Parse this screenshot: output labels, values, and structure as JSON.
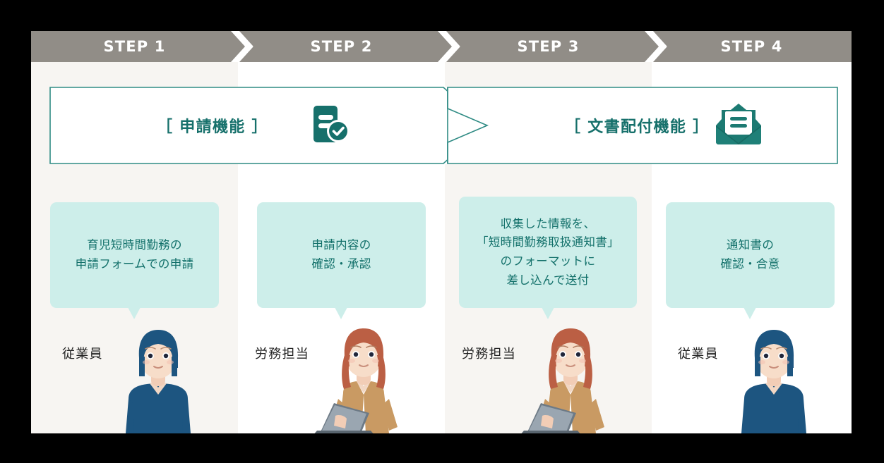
{
  "theme": {
    "header_bar": "#918d87",
    "teal": "#16706b",
    "bubble_bg": "#cdeeea",
    "bubble_text": "#12706a",
    "stripe": "#f7f5f2",
    "label_text": "#222222",
    "letterbox": "#000000"
  },
  "steps": [
    {
      "label": "STEP 1"
    },
    {
      "label": "STEP 2"
    },
    {
      "label": "STEP 3"
    },
    {
      "label": "STEP 4"
    }
  ],
  "features": [
    {
      "label": "［ 申請機能 ］",
      "icon": "document-check-icon"
    },
    {
      "label": "［ 文書配付機能 ］",
      "icon": "open-envelope-icon"
    }
  ],
  "bubbles": [
    {
      "lines": [
        "育児短時間勤務の",
        "申請フォームでの申請"
      ]
    },
    {
      "lines": [
        "申請内容の",
        "確認・承認"
      ]
    },
    {
      "lines": [
        "収集した情報を、",
        "「短時間勤務取扱通知書」",
        "のフォーマットに",
        "差し込んで送付"
      ]
    },
    {
      "lines": [
        "通知書の",
        "確認・合意"
      ]
    }
  ],
  "personas": [
    {
      "label": "従業員",
      "figure": "woman-navy-sweater"
    },
    {
      "label": "労務担当",
      "figure": "woman-tan-jacket-laptop"
    },
    {
      "label": "労務担当",
      "figure": "woman-tan-jacket-laptop"
    },
    {
      "label": "従業員",
      "figure": "woman-navy-sweater"
    }
  ]
}
